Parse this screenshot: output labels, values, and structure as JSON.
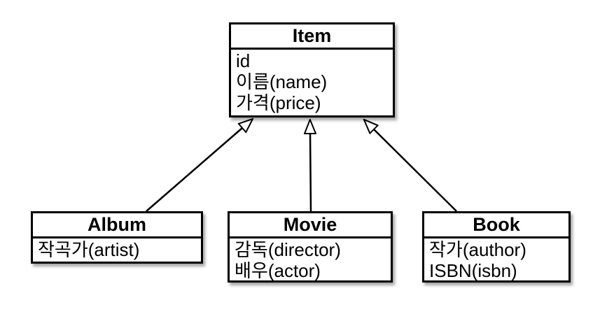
{
  "diagram": {
    "type": "uml-class-diagram",
    "background_color": "#ffffff",
    "box_fill_color": "#ffffff",
    "line_color": "#000000"
  },
  "classes": {
    "item": {
      "title": "Item",
      "attributes": [
        "id",
        "이름(name)",
        "가격(price)"
      ]
    },
    "album": {
      "title": "Album",
      "attributes": [
        "작곡가(artist)"
      ]
    },
    "movie": {
      "title": "Movie",
      "attributes": [
        "감독(director)",
        "배우(actor)"
      ]
    },
    "book": {
      "title": "Book",
      "attributes": [
        "작가(author)",
        "ISBN(isbn)"
      ]
    }
  },
  "relations": [
    {
      "from": "Album",
      "to": "Item",
      "type": "generalization"
    },
    {
      "from": "Movie",
      "to": "Item",
      "type": "generalization"
    },
    {
      "from": "Book",
      "to": "Item",
      "type": "generalization"
    }
  ]
}
